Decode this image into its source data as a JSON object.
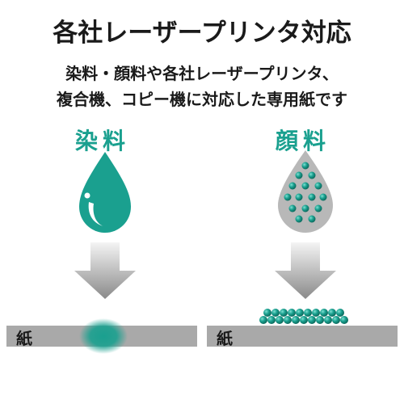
{
  "title": "各社レーザープリンタ対応",
  "subtitle_line1": "染料・顔料や各社レーザープリンタ、",
  "subtitle_line2": "複合機、コピー機に対応した専用紙です",
  "dye": {
    "label": "染料"
  },
  "pigment": {
    "label": "顔料"
  },
  "paper": {
    "left_label": "紙",
    "right_label": "紙"
  },
  "colors": {
    "accent": "#1aa08f",
    "paper": "#a9a9a9",
    "drop_gray": "#b8b8b8",
    "arrow_dark": "#8a8a8a",
    "arrow_light": "#f2f2f2"
  },
  "icons": [
    "dye-drop-icon",
    "pigment-drop-icon",
    "down-arrow-icon"
  ]
}
